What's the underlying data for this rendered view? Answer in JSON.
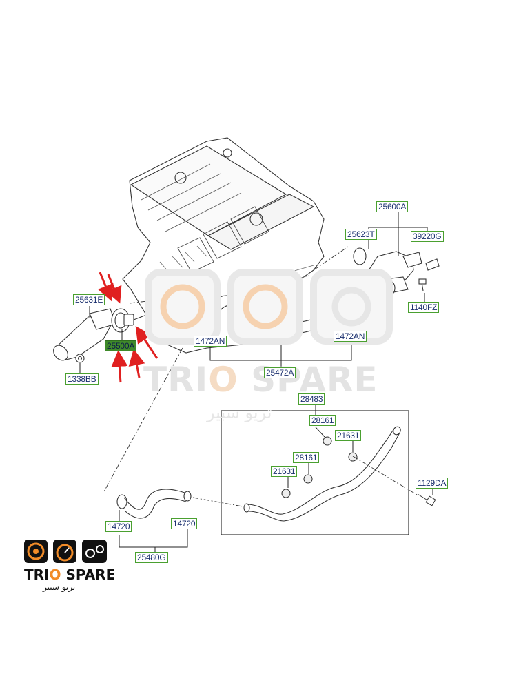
{
  "labels": {
    "l25600A": "25600A",
    "l25623T": "25623T",
    "l39220G": "39220G",
    "l1140FZ": "1140FZ",
    "l25631E": "25631E",
    "l25500A": "25500A",
    "l1338BB": "1338BB",
    "l1472AN_left": "1472AN",
    "l1472AN_right": "1472AN",
    "l25472A": "25472A",
    "l28483": "28483",
    "l28161_top": "28161",
    "l21631_top": "21631",
    "l28161_mid": "28161",
    "l21631_mid": "21631",
    "l1129DA": "1129DA",
    "l14720_left": "14720",
    "l14720_right": "14720",
    "l25480G": "25480G"
  },
  "watermark": {
    "brand_prefix": "TRI",
    "brand_o": "O",
    "brand_suffix": " SPARE",
    "arabic": "تريو سبير"
  },
  "logo": {
    "brand_prefix": "TRI",
    "brand_o": "O",
    "brand_suffix": " SPARE",
    "arabic": "تريو سبير"
  },
  "colors": {
    "label_border": "#4aa030",
    "label_highlight": "#3f8a2a",
    "label_text": "#1a2f6e",
    "arrow_red": "#e02020",
    "accent_orange": "#f28c28"
  }
}
